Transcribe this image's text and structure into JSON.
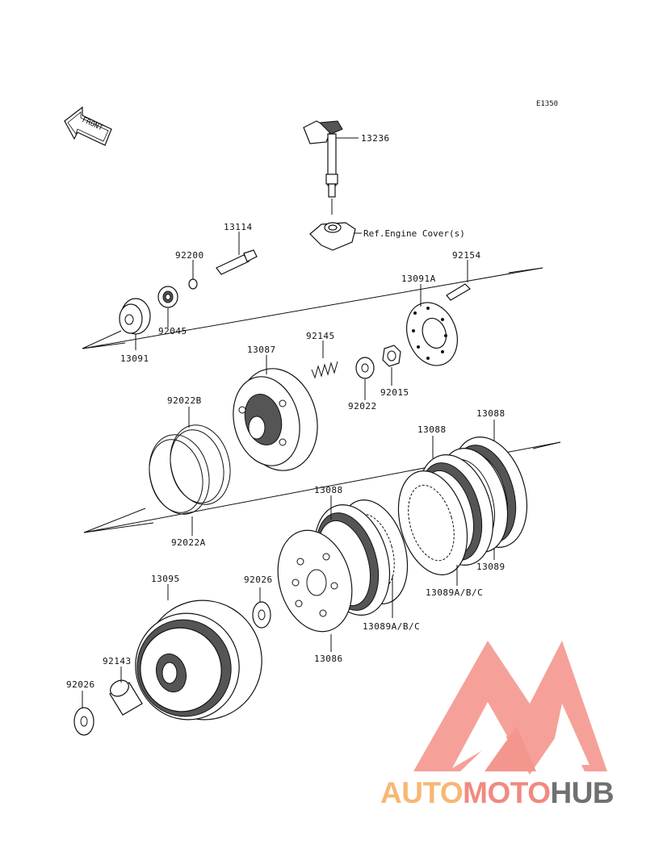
{
  "diagram": {
    "code": "E1350",
    "front_label": "FRONT",
    "ref_label": "Ref.Engine Cover(s)",
    "parts": [
      "13236",
      "13114",
      "92200",
      "92154",
      "13091A",
      "92045",
      "13091",
      "92145",
      "13087",
      "92022",
      "92015",
      "92022B",
      "92022A",
      "13088",
      "13088",
      "13088",
      "13089",
      "13089A/B/C",
      "13089A/B/C",
      "92026",
      "13086",
      "13095",
      "92143",
      "92026"
    ]
  },
  "watermark": {
    "word_1": "AUTO",
    "word_2": "MOTO",
    "word_3": "HUB",
    "colors": {
      "auto": "#f7b774",
      "moto": "#f08a80",
      "hub": "#707070",
      "logo": "#f2847a"
    }
  }
}
